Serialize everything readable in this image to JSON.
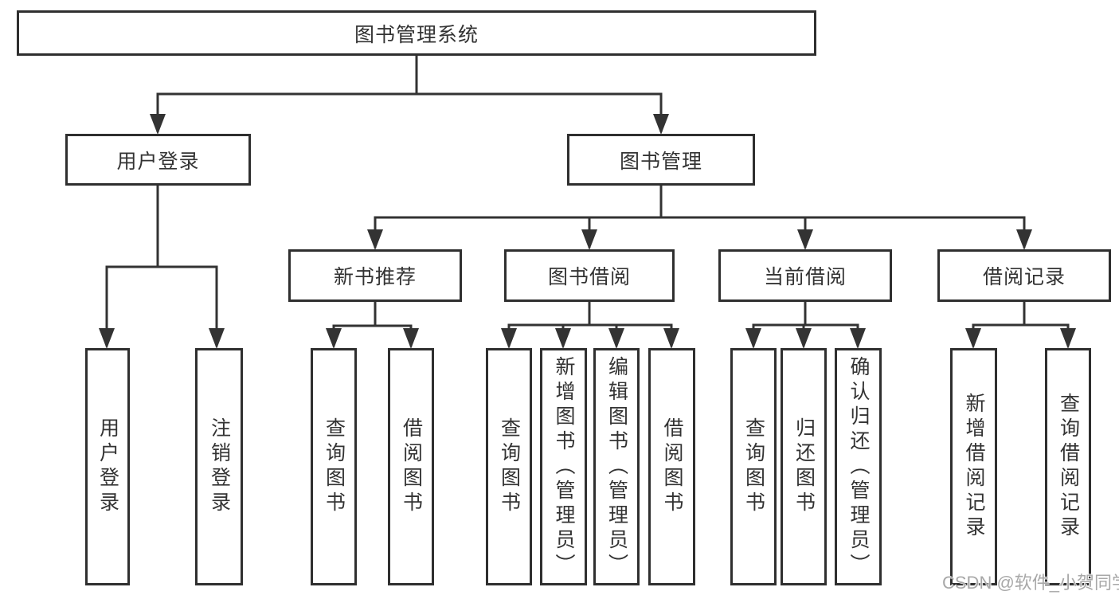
{
  "tree": {
    "root": {
      "label": "图书管理系统"
    },
    "user_login": {
      "label": "用户登录",
      "children": [
        {
          "label": "用户登录"
        },
        {
          "label": "注销登录"
        }
      ]
    },
    "book_management": {
      "label": "图书管理",
      "children": [
        {
          "label": "新书推荐",
          "children": [
            {
              "label": "查询图书"
            },
            {
              "label": "借阅图书"
            }
          ]
        },
        {
          "label": "图书借阅",
          "children": [
            {
              "label": "查询图书"
            },
            {
              "label": "新增图书（管理员）"
            },
            {
              "label": "编辑图书（管理员）"
            },
            {
              "label": "借阅图书"
            }
          ]
        },
        {
          "label": "当前借阅",
          "children": [
            {
              "label": "查询图书"
            },
            {
              "label": "归还图书"
            },
            {
              "label": "确认归还（管理员）"
            }
          ]
        },
        {
          "label": "借阅记录",
          "children": [
            {
              "label": "新增借阅记录"
            },
            {
              "label": "查询借阅记录"
            }
          ]
        }
      ]
    }
  },
  "watermark": {
    "text": "CSDN @软件_小贺同学",
    "color": "#a8a8a8"
  },
  "colors": {
    "line": "#333333",
    "box_border": "#2f2f2f",
    "text": "#333333",
    "background": "#ffffff"
  }
}
